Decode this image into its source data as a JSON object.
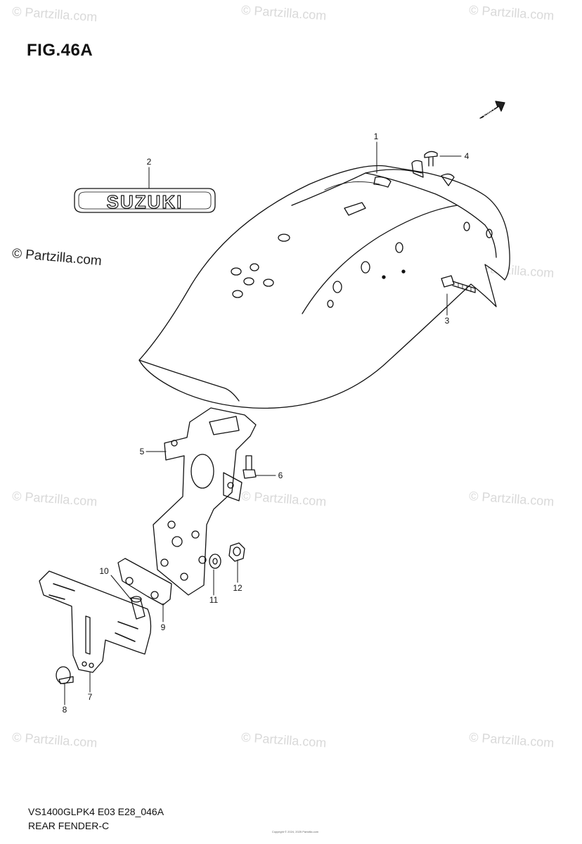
{
  "figure": {
    "title": "FIG.46A",
    "model_code": "VS1400GLPK4 E03 E28_046A",
    "section_name": "REAR FENDER-C"
  },
  "watermark": {
    "text": "© Partzilla.com",
    "main_text": "© Partzilla.com"
  },
  "emblem_text": "SUZUKI",
  "fwd_label": "FWD",
  "copyright_small": "Copyright © 2024, 2025 Partzilla.com",
  "callouts": [
    "1",
    "2",
    "3",
    "4",
    "5",
    "6",
    "7",
    "8",
    "9",
    "10",
    "11",
    "12"
  ]
}
